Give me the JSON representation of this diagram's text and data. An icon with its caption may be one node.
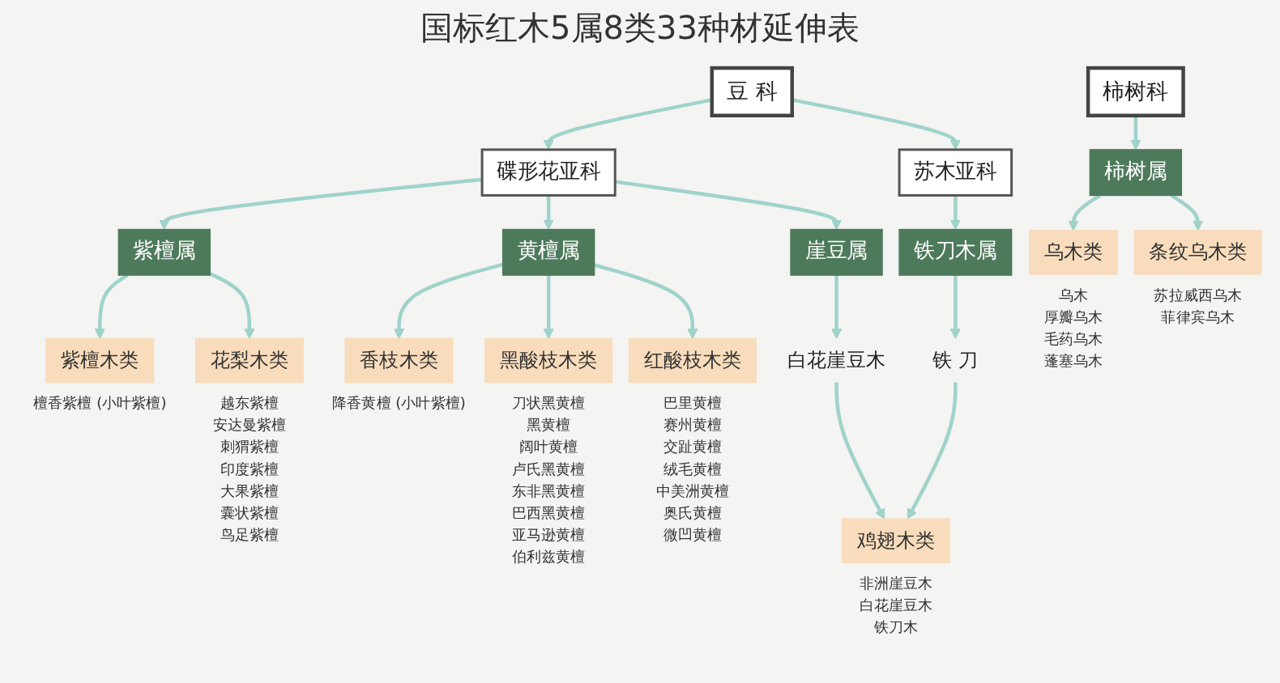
{
  "diagram": {
    "title": "国标红木5属8类33种材延伸表",
    "nodes": [
      {
        "text": [
          "豆 科"
        ]
      },
      {
        "text": [
          "柿树科"
        ]
      },
      {
        "text": [
          "碟形花亚科"
        ]
      },
      {
        "text": [
          "苏木亚科"
        ]
      },
      {
        "text": [
          "紫檀属"
        ]
      },
      {
        "text": [
          "黄檀属"
        ]
      },
      {
        "text": [
          "崖豆属"
        ]
      },
      {
        "text": [
          "铁刀木属"
        ]
      },
      {
        "text": [
          "柿树属"
        ]
      },
      {
        "text": [
          "紫檀木类"
        ],
        "beside": [
          "檀香紫檀 (小叶紫檀)"
        ]
      },
      {
        "text": [
          "花梨木类"
        ],
        "beside": [
          "越东紫檀",
          "安达曼紫檀",
          "刺猬紫檀",
          "印度紫檀",
          "大果紫檀",
          "囊状紫檀",
          "鸟足紫檀"
        ]
      },
      {
        "text": [
          "香枝木类"
        ],
        "beside": [
          "降香黄檀 (小叶紫檀)"
        ]
      },
      {
        "text": [
          "黑酸枝木类"
        ],
        "beside": [
          "刀状黑黄檀",
          "黑黄檀",
          "阔叶黄檀",
          "卢氏黑黄檀",
          "东非黑黄檀",
          "巴西黑黄檀",
          "亚马逊黄檀",
          "伯利兹黄檀"
        ]
      },
      {
        "text": [
          "红酸枝木类"
        ],
        "beside": [
          "巴里黄檀",
          "赛州黄檀",
          "交趾黄檀",
          "绒毛黄檀",
          "中美洲黄檀",
          "奥氏黄檀",
          "微凹黄檀"
        ]
      },
      {
        "text": [
          "白花崖豆木"
        ]
      },
      {
        "text": [
          "铁 刀"
        ]
      },
      {
        "text": [
          "鸡翅木类"
        ],
        "beside": [
          "非洲崖豆木",
          "白花崖豆木",
          "铁刀木"
        ]
      },
      {
        "text": [
          "乌木类"
        ],
        "beside": [
          "乌木",
          "厚瓣乌木",
          "毛药乌木",
          "蓬塞乌木"
        ]
      },
      {
        "text": [
          "条纹乌木类"
        ],
        "beside": [
          "苏拉威西乌木",
          "菲律宾乌木"
        ]
      }
    ],
    "edges": [
      {
        "from": 0,
        "to": 2,
        "arrow": "to"
      },
      {
        "from": 0,
        "to": 3,
        "arrow": "to"
      },
      {
        "from": 1,
        "to": 8,
        "arrow": "to"
      },
      {
        "from": 2,
        "to": 4,
        "arrow": "to"
      },
      {
        "from": 2,
        "to": 5,
        "arrow": "to"
      },
      {
        "from": 2,
        "to": 6,
        "arrow": "to"
      },
      {
        "from": 3,
        "to": 7,
        "arrow": "to"
      },
      {
        "from": 4,
        "to": 9,
        "arrow": "to"
      },
      {
        "from": 4,
        "to": 10,
        "arrow": "to"
      },
      {
        "from": 5,
        "to": 11,
        "arrow": "to"
      },
      {
        "from": 5,
        "to": 12,
        "arrow": "to"
      },
      {
        "from": 5,
        "to": 13,
        "arrow": "to"
      },
      {
        "from": 6,
        "to": 14,
        "arrow": "to"
      },
      {
        "from": 7,
        "to": 15,
        "arrow": "to"
      },
      {
        "from": 14,
        "to": 16,
        "arrow": "to"
      },
      {
        "from": 15,
        "to": 16,
        "arrow": "to"
      },
      {
        "from": 8,
        "to": 17,
        "arrow": "to"
      },
      {
        "from": 8,
        "to": 18,
        "arrow": "to"
      }
    ]
  }
}
